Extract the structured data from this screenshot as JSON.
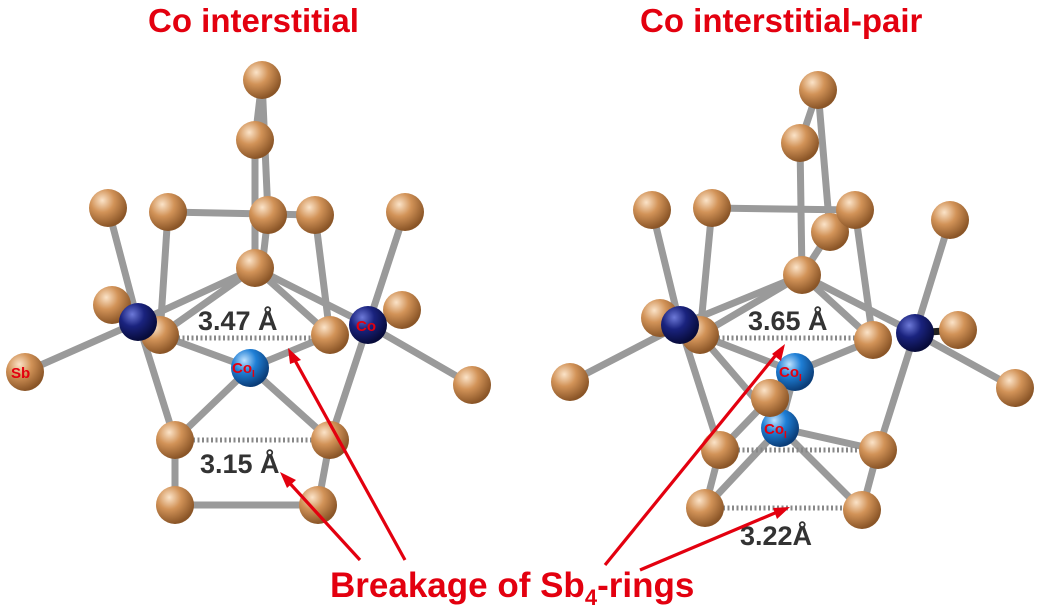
{
  "titles": {
    "left": "Co interstitial",
    "right": "Co interstitial-pair"
  },
  "distances": {
    "left_upper": "3.47 Å",
    "left_lower": "3.15 Å",
    "right_upper": "3.65 Å",
    "right_lower": "3.22Å"
  },
  "atom_labels": {
    "sb": "Sb",
    "co": "Co",
    "co_interstitial": "Co",
    "co_interstitial_sub": "I",
    "co_interstitial_pair_a": "Co",
    "co_interstitial_pair_b": "Co",
    "co_interstitial_pair_sub": "I"
  },
  "caption": {
    "text": "Breakage of Sb",
    "subscript": "4",
    "suffix": "-rings"
  },
  "colors": {
    "title": "#e3000f",
    "sb_atom": "#c98a52",
    "co_atom": "#1a237e",
    "co_interstitial_atom": "#1f7fd6",
    "bond": "#9a9a9a"
  }
}
